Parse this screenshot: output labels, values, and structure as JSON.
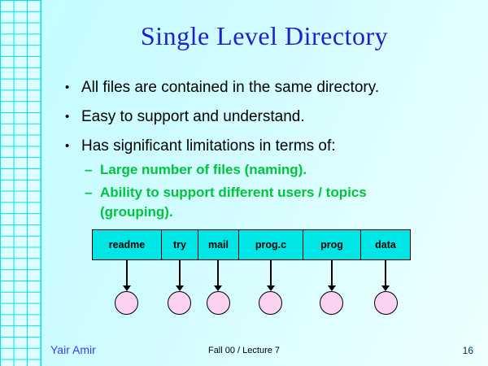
{
  "slide": {
    "title": "Single Level Directory",
    "bullet_marker": "•",
    "sub_bullet_marker": "–",
    "bullets": [
      "All files are contained in the same directory.",
      "Easy to support and understand.",
      "Has significant limitations in terms of:"
    ],
    "sub_bullets": [
      "Large number of files (naming).",
      "Ability to support different users / topics (grouping)."
    ],
    "diagram": {
      "cells": [
        "readme",
        "try",
        "mail",
        "prog.c",
        "prog",
        "data"
      ]
    },
    "footer": {
      "author": "Yair Amir",
      "course": "Fall 00 / Lecture 7",
      "page_number": "16"
    },
    "colors": {
      "title_blue": "#1f1fd1",
      "accent_green": "#00c53a",
      "table_cyan": "#00e5e5",
      "circle_pink": "#fbd2f0",
      "grid_line_cyan": "#00e4e4",
      "background_cyan": "#c3fdff"
    }
  }
}
